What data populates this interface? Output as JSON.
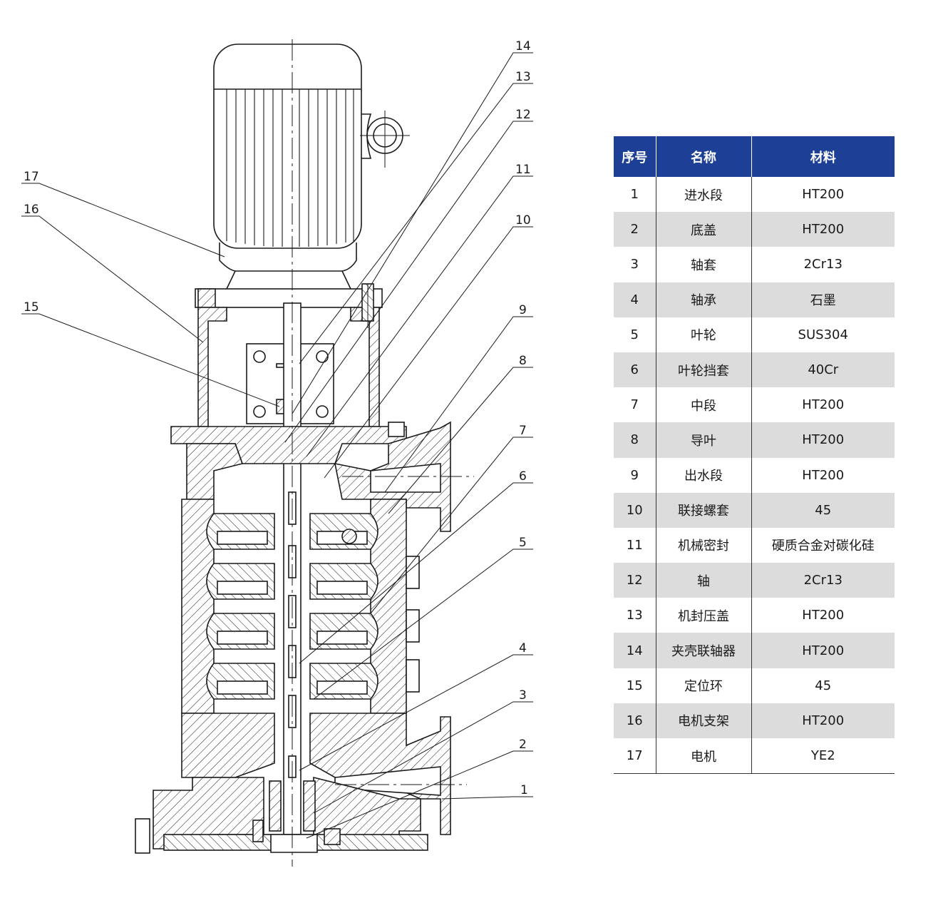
{
  "table": {
    "headers": [
      "序号",
      "名称",
      "材料"
    ],
    "rows": [
      [
        "1",
        "进水段",
        "HT200"
      ],
      [
        "2",
        "底盖",
        "HT200"
      ],
      [
        "3",
        "轴套",
        "2Cr13"
      ],
      [
        "4",
        "轴承",
        "石墨"
      ],
      [
        "5",
        "叶轮",
        "SUS304"
      ],
      [
        "6",
        "叶轮挡套",
        "40Cr"
      ],
      [
        "7",
        "中段",
        "HT200"
      ],
      [
        "8",
        "导叶",
        "HT200"
      ],
      [
        "9",
        "出水段",
        "HT200"
      ],
      [
        "10",
        "联接螺套",
        "45"
      ],
      [
        "11",
        "机械密封",
        "硬质合金对碳化硅"
      ],
      [
        "12",
        "轴",
        "2Cr13"
      ],
      [
        "13",
        "机封压盖",
        "HT200"
      ],
      [
        "14",
        "夹壳联轴器",
        "HT200"
      ],
      [
        "15",
        "定位环",
        "45"
      ],
      [
        "16",
        "电机支架",
        "HT200"
      ],
      [
        "17",
        "电机",
        "YE2"
      ]
    ]
  },
  "callouts": [
    "14",
    "13",
    "12",
    "11",
    "10",
    "9",
    "8",
    "7",
    "6",
    "5",
    "4",
    "3",
    "2",
    "1",
    "17",
    "16",
    "15"
  ],
  "colors": {
    "header_bg": "#1d3f95",
    "row_alt_bg": "#dcdcdc",
    "line": "#1a1a1a"
  }
}
